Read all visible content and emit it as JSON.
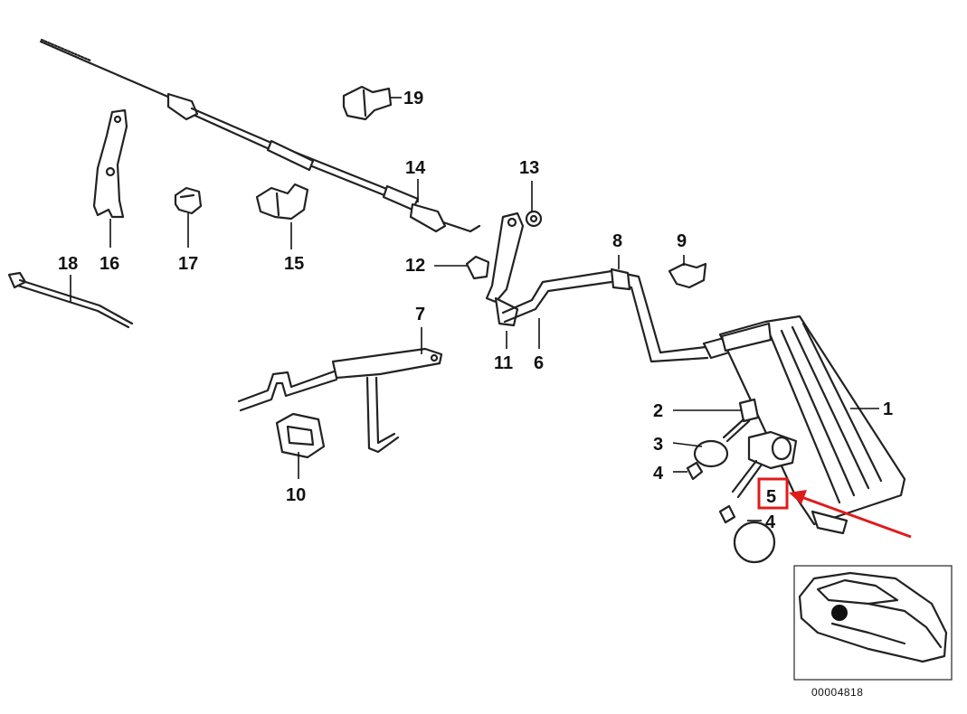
{
  "diagram": {
    "callouts": [
      {
        "id": "1",
        "label": "1"
      },
      {
        "id": "2",
        "label": "2"
      },
      {
        "id": "3",
        "label": "3"
      },
      {
        "id": "4a",
        "label": "4"
      },
      {
        "id": "4b",
        "label": "4"
      },
      {
        "id": "5",
        "label": "5"
      },
      {
        "id": "6",
        "label": "6"
      },
      {
        "id": "7",
        "label": "7"
      },
      {
        "id": "8",
        "label": "8"
      },
      {
        "id": "9",
        "label": "9"
      },
      {
        "id": "10",
        "label": "10"
      },
      {
        "id": "11",
        "label": "11"
      },
      {
        "id": "12",
        "label": "12"
      },
      {
        "id": "13",
        "label": "13"
      },
      {
        "id": "14",
        "label": "14"
      },
      {
        "id": "15",
        "label": "15"
      },
      {
        "id": "16",
        "label": "16"
      },
      {
        "id": "17",
        "label": "17"
      },
      {
        "id": "18",
        "label": "18"
      },
      {
        "id": "19",
        "label": "19"
      }
    ],
    "reference_number": "00004818",
    "highlight_color": "#e01b1b"
  }
}
